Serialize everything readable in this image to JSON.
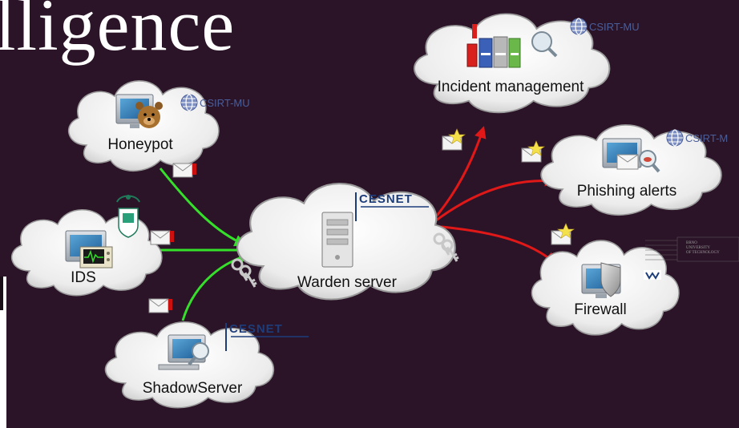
{
  "title": "lligence",
  "nodes": {
    "honeypot": "Honeypot",
    "ids": "IDS",
    "shadowserver": "ShadowServer",
    "warden": "Warden server",
    "incident": "Incident management",
    "phishing": "Phishing alerts",
    "firewall": "Firewall"
  },
  "logos": {
    "csirt_prefix": "CSIRT",
    "csirt_suffix": "-MU",
    "csirt_suffix_cut": "-M",
    "cesnet": "CESNET",
    "brno_line1": "BRNO",
    "brno_line2": "UNIVERSITY",
    "brno_line3": "OF TECHNOLOGY"
  },
  "colors": {
    "background": "#2c1428",
    "inbound_arrow": "#35e02a",
    "outbound_arrow": "#e01818",
    "cloud_fill": "#f2f2f2",
    "csirt_blue": "#4a5e9a",
    "cesnet_blue": "#1d3d7a"
  }
}
